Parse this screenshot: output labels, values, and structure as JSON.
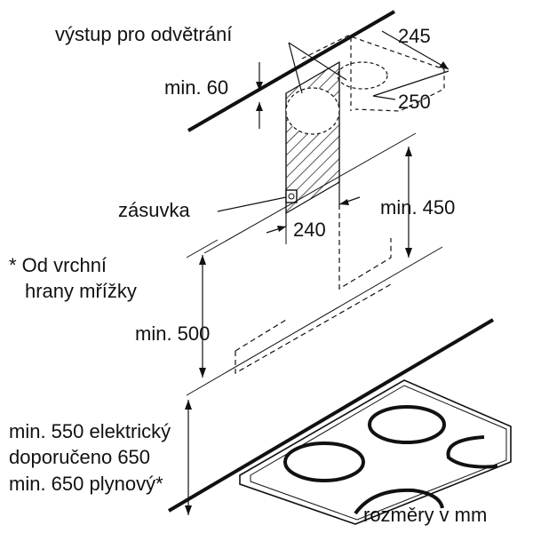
{
  "labels": {
    "vent_outlet": "výstup pro odvětrání",
    "dim_245": "245",
    "dim_250": "250",
    "min_60": "min. 60",
    "socket": "zásuvka",
    "dim_240": "240",
    "min_450": "min. 450",
    "footnote_line1": "* Od vrchní",
    "footnote_line2": "hrany mřížky",
    "min_500": "min. 500",
    "clearance_line1": "min. 550 elektrický",
    "clearance_line2": "doporučeno 650",
    "clearance_line3": "min. 650 plynový*",
    "units": "rozměry v mm"
  }
}
